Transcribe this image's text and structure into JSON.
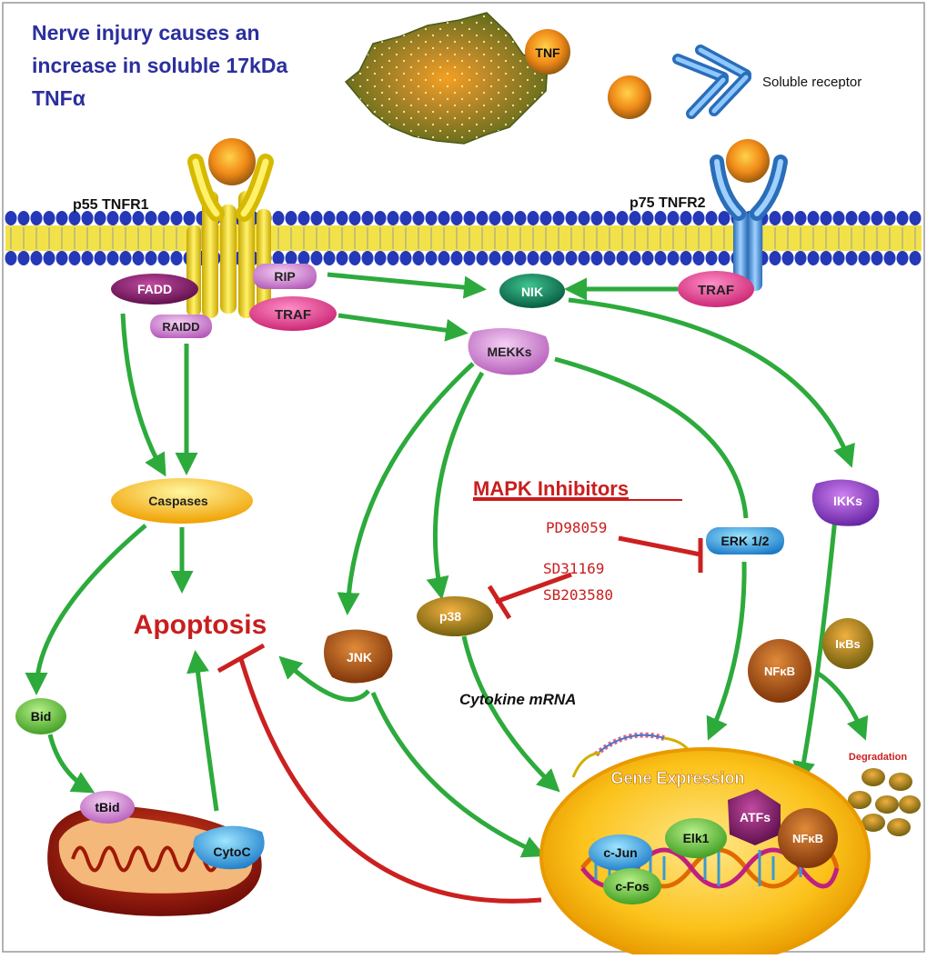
{
  "title_lines": [
    "Nerve injury causes an",
    "increase in soluble 17kDa",
    "TNFα"
  ],
  "labels": {
    "tnf": "TNF",
    "soluble_receptor": "Soluble receptor",
    "p55": "p55 TNFR1",
    "p75": "p75 TNFR2",
    "fadd": "FADD",
    "raidd": "RAIDD",
    "rip": "RIP",
    "traf_left": "TRAF",
    "traf_right": "TRAF",
    "nik": "NIK",
    "mekks": "MEKKs",
    "caspases": "Caspases",
    "apoptosis": "Apoptosis",
    "bid": "Bid",
    "tbid": "tBid",
    "cytoc": "CytoC",
    "jnk": "JNK",
    "p38": "p38",
    "erk": "ERK 1/2",
    "ikks": "IKKs",
    "nfkb_top": "NFκB",
    "ikbs": "IκBs",
    "degradation": "Degradation",
    "cytokine_mrna": "Cytokine mRNA",
    "gene_expression": "Gene Expression",
    "cjun": "c-Jun",
    "cfos": "c-Fos",
    "elk1": "Elk1",
    "atfs": "ATFs",
    "nfkb_nucleus": "NFκB"
  },
  "inhibitors": {
    "heading": "MAPK Inhibitors",
    "items": [
      "PD98059",
      "SD31169",
      "SB203580"
    ]
  },
  "colors": {
    "title_blue": "#2b2f9e",
    "activation_green": "#2daa3c",
    "inhibition_red": "#cc2020",
    "apoptosis_red": "#c81e1e",
    "membrane_blue": "#2438b8",
    "membrane_yellow": "#f2e24a",
    "nucleus_orange": "#f5a800"
  }
}
